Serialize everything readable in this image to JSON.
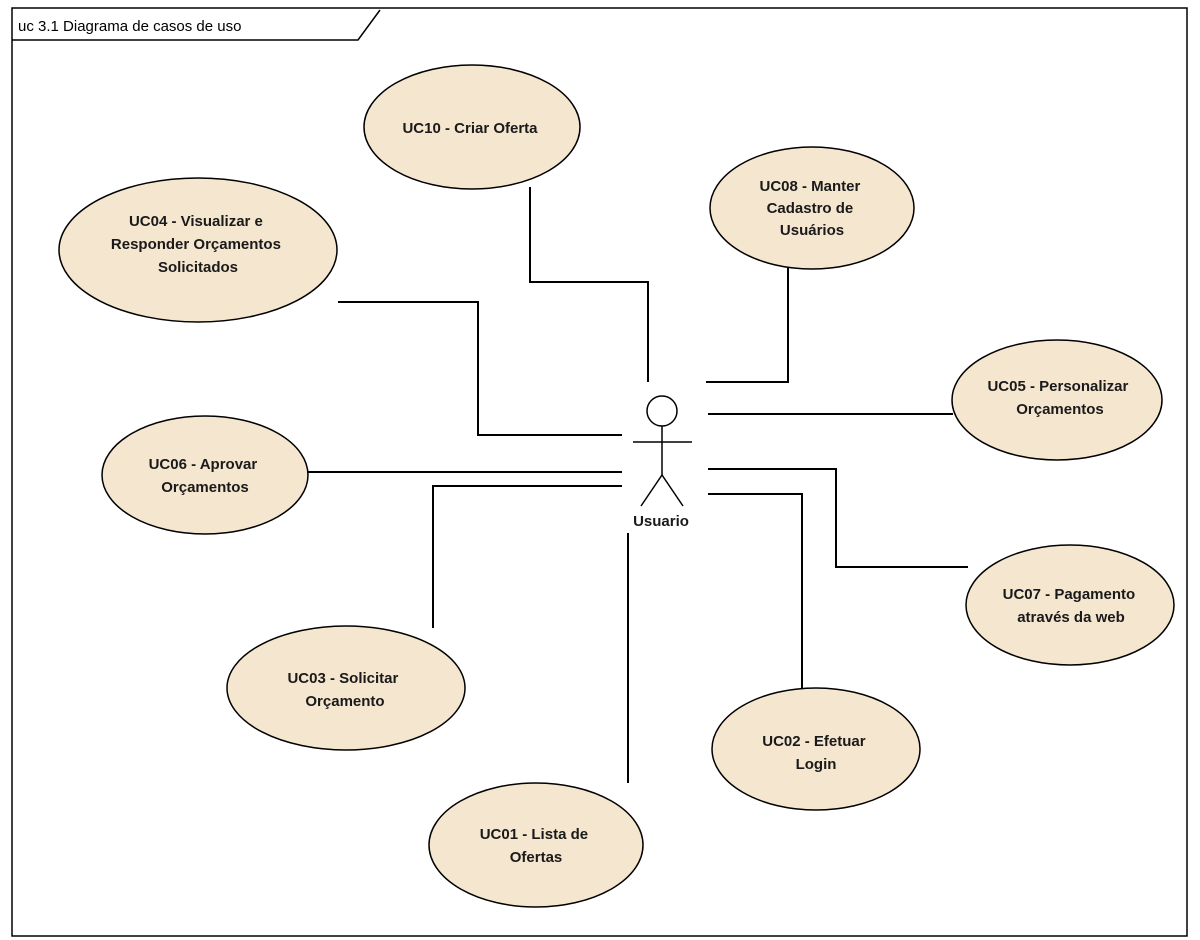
{
  "diagram": {
    "frame_title": "uc 3.1 Diagrama de casos de uso",
    "actor": {
      "name": "Usuario"
    },
    "colors": {
      "use_case_fill": "#f5e6cf",
      "line": "#000000",
      "background": "#ffffff"
    },
    "use_cases": [
      {
        "id": "uc10",
        "lines": [
          "UC10 - Criar Oferta"
        ]
      },
      {
        "id": "uc08",
        "lines": [
          "UC08 - Manter",
          "Cadastro de",
          "Usuários"
        ]
      },
      {
        "id": "uc04",
        "lines": [
          "UC04 - Visualizar e",
          "Responder Orçamentos",
          "Solicitados"
        ]
      },
      {
        "id": "uc05",
        "lines": [
          "UC05 - Personalizar",
          "Orçamentos"
        ]
      },
      {
        "id": "uc06",
        "lines": [
          "UC06 - Aprovar",
          "Orçamentos"
        ]
      },
      {
        "id": "uc07",
        "lines": [
          "UC07 - Pagamento",
          "através da web"
        ]
      },
      {
        "id": "uc03",
        "lines": [
          "UC03 - Solicitar",
          "Orçamento"
        ]
      },
      {
        "id": "uc02",
        "lines": [
          "UC02 - Efetuar",
          "Login"
        ]
      },
      {
        "id": "uc01",
        "lines": [
          "UC01 - Lista de",
          "Ofertas"
        ]
      }
    ]
  }
}
